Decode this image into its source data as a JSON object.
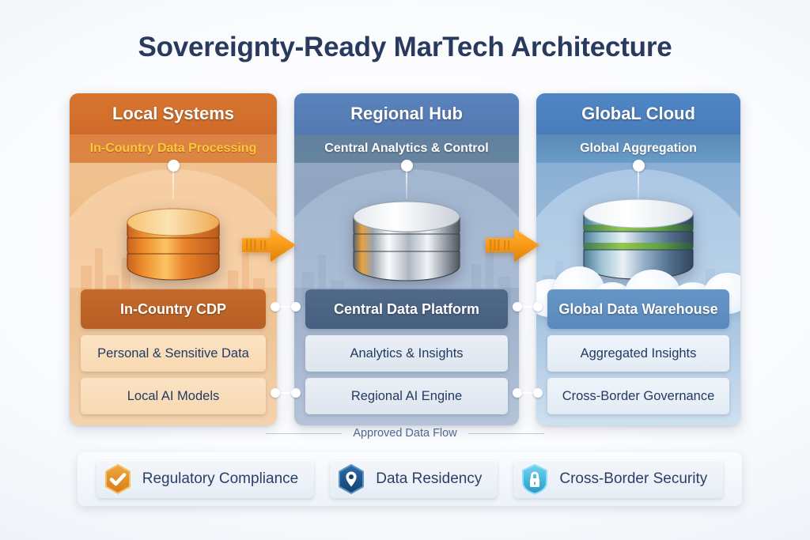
{
  "title": "Sovereignty-Ready MarTech Architecture",
  "flow_label": "Approved Data Flow",
  "columns": [
    {
      "id": "local-systems",
      "header": "Local Systems",
      "subtitle": "In-Country Data Processing",
      "icon": "database-cylinder-orange",
      "rows": [
        {
          "label": "In-Country CDP",
          "style": "primary"
        },
        {
          "label": "Personal & Sensitive Data",
          "style": "sub"
        },
        {
          "label": "Local AI Models",
          "style": "sub"
        }
      ],
      "colors": {
        "header": "#d6752f",
        "subtitle_text": "#ffc83a",
        "panel": "#efbe8b",
        "primary_row": "#c46a2c"
      }
    },
    {
      "id": "regional-hub",
      "header": "Regional Hub",
      "subtitle": "Central Analytics & Control",
      "icon": "database-cylinder-silver",
      "rows": [
        {
          "label": "Central Data Platform",
          "style": "primary"
        },
        {
          "label": "Analytics & Insights",
          "style": "sub"
        },
        {
          "label": "Regional AI Engine",
          "style": "sub"
        }
      ],
      "colors": {
        "header": "#5b83bc",
        "subtitle_text": "#ffffff",
        "panel": "#8fa4c0",
        "primary_row": "#51698a"
      }
    },
    {
      "id": "global-cloud",
      "header": "GlobaL Cloud",
      "subtitle": "Global Aggregation",
      "icon": "database-cylinder-cloud",
      "rows": [
        {
          "label": "Global Data Warehouse",
          "style": "primary"
        },
        {
          "label": "Aggregated Insights",
          "style": "sub"
        },
        {
          "label": "Cross-Border Governance",
          "style": "sub"
        }
      ],
      "colors": {
        "header": "#4e86c4",
        "subtitle_text": "#ffffff",
        "panel": "#8fb3d6",
        "primary_row": "#6696c7"
      }
    }
  ],
  "arrows": [
    {
      "id": "arrow-local-to-regional",
      "icon": "right-arrow-icon",
      "color": "#f59b20"
    },
    {
      "id": "arrow-regional-to-global",
      "icon": "right-arrow-icon",
      "color": "#f59b20"
    }
  ],
  "badges": [
    {
      "label": "Regulatory Compliance",
      "icon": "shield-check-icon",
      "color": "#e8952f"
    },
    {
      "label": "Data Residency",
      "icon": "shield-location-pin-icon",
      "color": "#1f5691"
    },
    {
      "label": "Cross-Border Security",
      "icon": "shield-lock-icon",
      "color": "#39b6dd"
    }
  ]
}
